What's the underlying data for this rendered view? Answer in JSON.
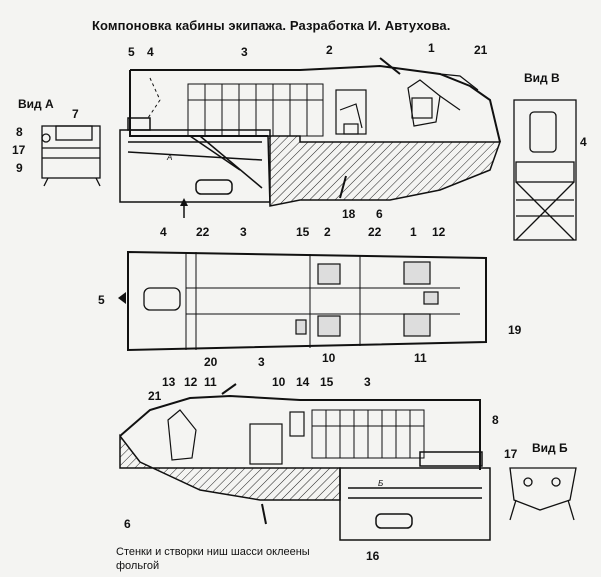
{
  "title": "Компоновка кабины экипажа. Разработка И. Автухова.",
  "caption": [
    "Стенки и створки ниш шасси оклеены",
    "фольгой"
  ],
  "views": {
    "a": "Вид А",
    "b": "Вид Б",
    "v": "Вид В"
  },
  "arrows": {
    "a": "А",
    "b": "Б"
  },
  "callouts": {
    "side_top": [
      "5",
      "4",
      "3",
      "2",
      "1",
      "21",
      "18",
      "6"
    ],
    "view_a": [
      "7",
      "8",
      "17",
      "9"
    ],
    "view_v": [
      "4"
    ],
    "plan": [
      "4",
      "22",
      "3",
      "15",
      "2",
      "22",
      "1",
      "12",
      "5",
      "19",
      "20",
      "3",
      "10",
      "11"
    ],
    "side_bottom": [
      "13",
      "12",
      "11",
      "21",
      "10",
      "14",
      "15",
      "3",
      "8",
      "17",
      "6",
      "16"
    ]
  }
}
